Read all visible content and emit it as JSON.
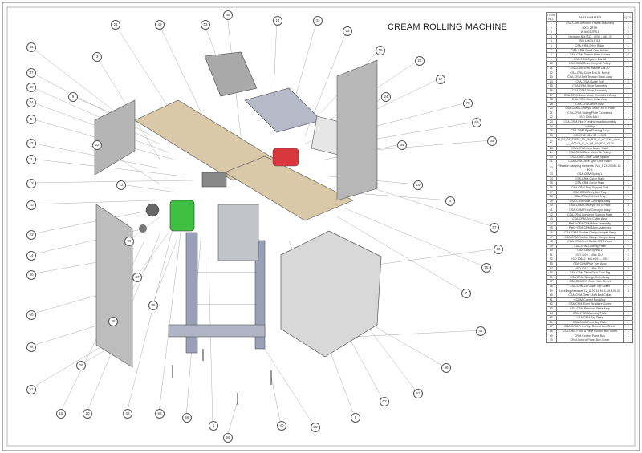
{
  "title": "CREAM ROLLING MACHINE",
  "bom": {
    "headers": [
      "ITEM NO.",
      "PART NUMBER",
      "QTY."
    ],
    "rows": [
      [
        "1",
        "CSA-CRM-Structure Frame Assembly",
        "1"
      ],
      [
        "2",
        "6000-2RSH",
        "2"
      ],
      [
        "3",
        "W 6003-2RS1",
        "2"
      ],
      [
        "4",
        "Hexagon Nut ISO - 4034 - M6 - S",
        "2"
      ],
      [
        "5",
        "ISO 10673-F 5.5",
        "1"
      ],
      [
        "6",
        "CSA-CRM-Drive Roller",
        "1"
      ],
      [
        "7",
        "CSA-CRM-Fixed Cam Holder",
        "2"
      ],
      [
        "8",
        "CSA-CRM-Sensor Plate Holder",
        "2"
      ],
      [
        "9",
        "CSA-CRM-Spacer Dia 18",
        "1"
      ],
      [
        "10",
        "CSA-CRM-Drive Entry AL Pulley",
        "1"
      ],
      [
        "11",
        "CSA-CRM-End Washer Dia 20",
        "2"
      ],
      [
        "12",
        "CSA-CRM-Drive Exit AL Pulley",
        "1"
      ],
      [
        "13",
        "CSA-CRM-Belt Tension Block Assy",
        "1"
      ],
      [
        "14",
        "CSA-CRM-Guide Rod",
        "2"
      ],
      [
        "15",
        "CSA-CRM-Slider Assembly",
        "1"
      ],
      [
        "16",
        "CSA-CRM-Slider Assembly",
        "1"
      ],
      [
        "17",
        "CSA-CRM-Brake Motor Crank Link Assy",
        "1"
      ],
      [
        "18",
        "CSA-CRM-Cone Drive Assy",
        "1"
      ],
      [
        "19",
        "CSA-CRM-Lever Assy",
        "1"
      ],
      [
        "20",
        "CSA-CRM-Conveyor Motor MTG Plate",
        "1"
      ],
      [
        "21",
        "CSA-CRM-Sliding Plate Connector",
        "1"
      ],
      [
        "22",
        "ISO 7040-M8-S",
        "1"
      ],
      [
        "23",
        "CSA-CRM-Pipe Feeding Head Assembly",
        "1"
      ],
      [
        "24",
        "10666y",
        "2"
      ],
      [
        "25",
        "CSA-CRM-Pipe Pushing Assy",
        "1"
      ],
      [
        "26",
        "ISO 4762 M6 x 30 --- 30S",
        "1"
      ],
      [
        "27",
        "M_RS_28_FL85L_10_56_B14_G_AC_1E__none_ ___MC0.09_B_W_56_B4_B14_83.50",
        "1"
      ],
      [
        "28",
        "CSA-CRM-Gear Motor Shaft",
        "1"
      ],
      [
        "29",
        "CSA-CRM-Gear Motor AL Pulley",
        "1"
      ],
      [
        "30",
        "CSA-CRM--Gear Shaft Spacer",
        "1"
      ],
      [
        "31",
        "CSA-CRM-Drive Spur Gear Bush",
        "1"
      ],
      [
        "32",
        "Vibration damping elements DVA_8 25-20-M6-18-40 A",
        "1"
      ],
      [
        "33",
        "CSA-CRM-Spring 1",
        "1"
      ],
      [
        "34",
        "CSA-CRM-Guide Plate",
        "1"
      ],
      [
        "35",
        "CSA-CRM-Guide Plate",
        "1"
      ],
      [
        "36",
        "CSA-CRM-Tray Support Rod",
        "4"
      ],
      [
        "37",
        "CSA-CRM-Entry Belt Tray",
        "1"
      ],
      [
        "38",
        "CSA-CRM-Exit Belt Tray",
        "1"
      ],
      [
        "39",
        "CSA-CRM-Rear Conveyor Assy",
        "1"
      ],
      [
        "40",
        "CSA-CRM-Conveyor MTG Plate",
        "4"
      ],
      [
        "41",
        "CSA-CRM-Front Conveyor Assy",
        "1"
      ],
      [
        "42",
        "CSA-CRM-Conveyor Support Plate",
        "2"
      ],
      [
        "43",
        "CSA-CRM-End Cutter Assy",
        "1"
      ],
      [
        "44",
        "Part1^CSA-CRM-Main Assembly",
        "1"
      ],
      [
        "45",
        "Part2^CSA-CRM-Main Assembly",
        "1"
      ],
      [
        "46",
        "CSA-CRM-Rubber Clamp Stopper Assy",
        "1"
      ],
      [
        "47",
        "CSA-CRM-Rubber Clamp Stopper Assy",
        "1"
      ],
      [
        "48",
        "CSA-CRM-Limit Switch MTG Plate",
        "1"
      ],
      [
        "49",
        "CSA-CRM-Locking Plate",
        "1"
      ],
      [
        "50",
        "CSA-CRM-Spring 2",
        "2"
      ],
      [
        "51",
        "ISO 4029 - M5 x 10-S",
        "2"
      ],
      [
        "52",
        "ISO 10642 - M4 x 25 --- 25S",
        "2"
      ],
      [
        "53",
        "CSA-CRM-Pipe Tray Assy",
        "1"
      ],
      [
        "54",
        "ISO 4017 - M5 x 10-S",
        "4"
      ],
      [
        "55",
        "CSA-CRM-Drive Spur Gear Big",
        "1"
      ],
      [
        "56",
        "CSA-CRM-Sponge Roller Assy",
        "1"
      ],
      [
        "57",
        "CSA-CRM-RH Outer Side Sheet",
        "1"
      ],
      [
        "58",
        "CSA-CRM-LH Outer Top Sheet",
        "1"
      ],
      [
        "59",
        "Levelling elements LV_A-70-16 M14-M16-08.02",
        "4"
      ],
      [
        "60",
        "CSA-CRM-Gear Shaft End Collar",
        "1"
      ],
      [
        "61",
        "KCRM-Control Box Assy",
        "1"
      ],
      [
        "62",
        "CSA-CRM-Entry Structure Cover",
        "1"
      ],
      [
        "63",
        "CSA-CRM-Pressure Plate Assy",
        "1"
      ],
      [
        "64",
        "CRM-PCB Mounting Plate",
        "1"
      ],
      [
        "65",
        "CSA-CRM-Top Plate",
        "1"
      ],
      [
        "66",
        "CSA-CRM-Front Top Plate",
        "1"
      ],
      [
        "67",
        "CSA-CRM-Front Top Control Box Sheet",
        "1"
      ],
      [
        "68",
        "CSA-CRM-Front & Rear Control Box Sheet",
        "1"
      ],
      [
        "69",
        "CRM-Control Panel Box",
        "1"
      ],
      [
        "70",
        "CRM-Control Panel Box Cover",
        "1"
      ]
    ]
  },
  "balloons": [
    "46",
    "14",
    "33",
    "15",
    "21",
    "49",
    "53",
    "19",
    "25",
    "17",
    "70",
    "69",
    "64",
    "41",
    "37",
    "48",
    "34",
    "5",
    "62",
    "2",
    "13",
    "10",
    "23",
    "14",
    "30",
    "60",
    "58",
    "51",
    "18",
    "20",
    "32",
    "68",
    "56",
    "1",
    "59",
    "40",
    "38",
    "8",
    "67",
    "61",
    "39",
    "44",
    "7",
    "55",
    "57",
    "3",
    "22",
    "12",
    "29",
    "47",
    "36",
    "28",
    "26",
    "24",
    "54",
    "16",
    "4",
    "66",
    "9"
  ],
  "colors": {
    "motor_red": "#d9363e",
    "motor_green": "#3fbf3f",
    "frame": "#9aa0b8",
    "belt": "#d9c9a8",
    "sheet": "#b8b8b8"
  }
}
